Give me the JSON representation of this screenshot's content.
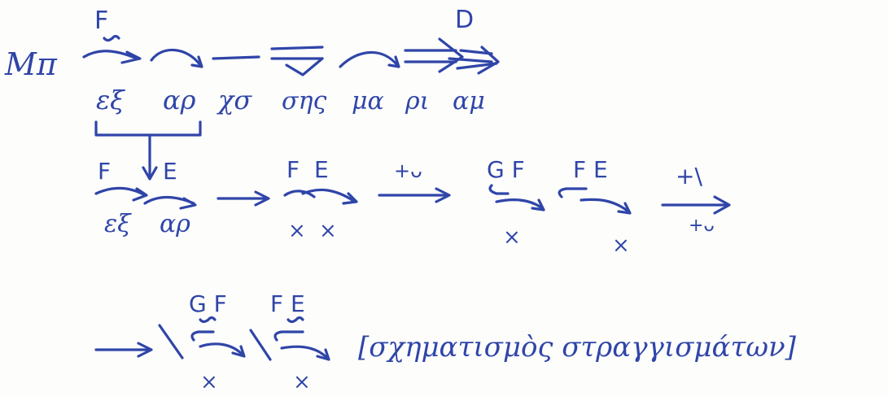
{
  "row1": {
    "head_label": "Μπ",
    "top_labels": [
      "F",
      "D"
    ],
    "words": [
      "εξ",
      "αρ",
      "χσ",
      "σης",
      "μα",
      "ρι",
      "αμ"
    ]
  },
  "row2": {
    "labels": [
      "F",
      "E",
      "F",
      "E",
      "+ᴗ",
      "G F",
      "F E",
      "+\\",
      "+ᴗ"
    ],
    "sub_words": [
      "εξ",
      "αρ"
    ],
    "marks": [
      "×",
      "×",
      "×",
      "×"
    ]
  },
  "row3": {
    "labels": [
      "G F",
      "F E"
    ],
    "marks": [
      "×",
      "×"
    ],
    "caption": "[σχηματισμὸς στραγγισμάτων]"
  },
  "ink_color": "#2f45a8"
}
